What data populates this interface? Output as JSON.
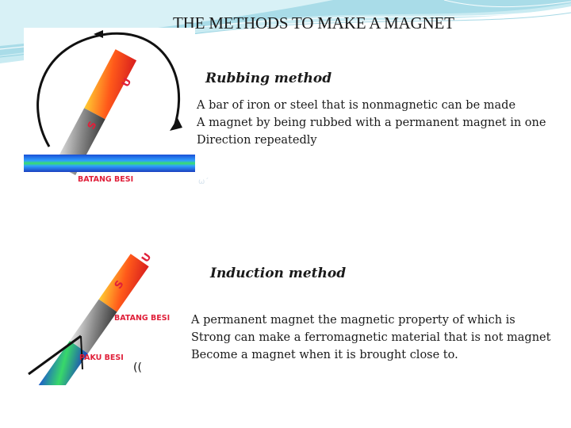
{
  "slide": {
    "title": "THE METHODS TO MAKE A MAGNET",
    "colors": {
      "wave_top": "#c9ebf2",
      "wave_mid": "#9fd8e6",
      "text": "#1a1a1a",
      "label_red": "#e0203a"
    }
  },
  "rubbing": {
    "heading": "Rubbing method",
    "lines": [
      "A bar of iron or steel that is nonmagnetic can be made",
      "A magnet by being  rubbed with a permanent magnet in one",
      "Direction repeatedly"
    ],
    "figure": {
      "bar_label": "BATANG BESI",
      "pole_north": "U",
      "pole_south": "S",
      "faint_mark": "ω΄"
    }
  },
  "induction": {
    "heading": "Induction method",
    "lines": [
      "A permanent magnet the magnetic property of which is",
      "Strong can make a ferromagnetic material that is not  magnet",
      "Become  a magnet  when it is brought close to."
    ],
    "figure": {
      "bar_label": "BATANG BESI",
      "nail_label": "PAKU BESI",
      "pole_north": "U",
      "pole_south": "S",
      "mark": "(("
    }
  }
}
